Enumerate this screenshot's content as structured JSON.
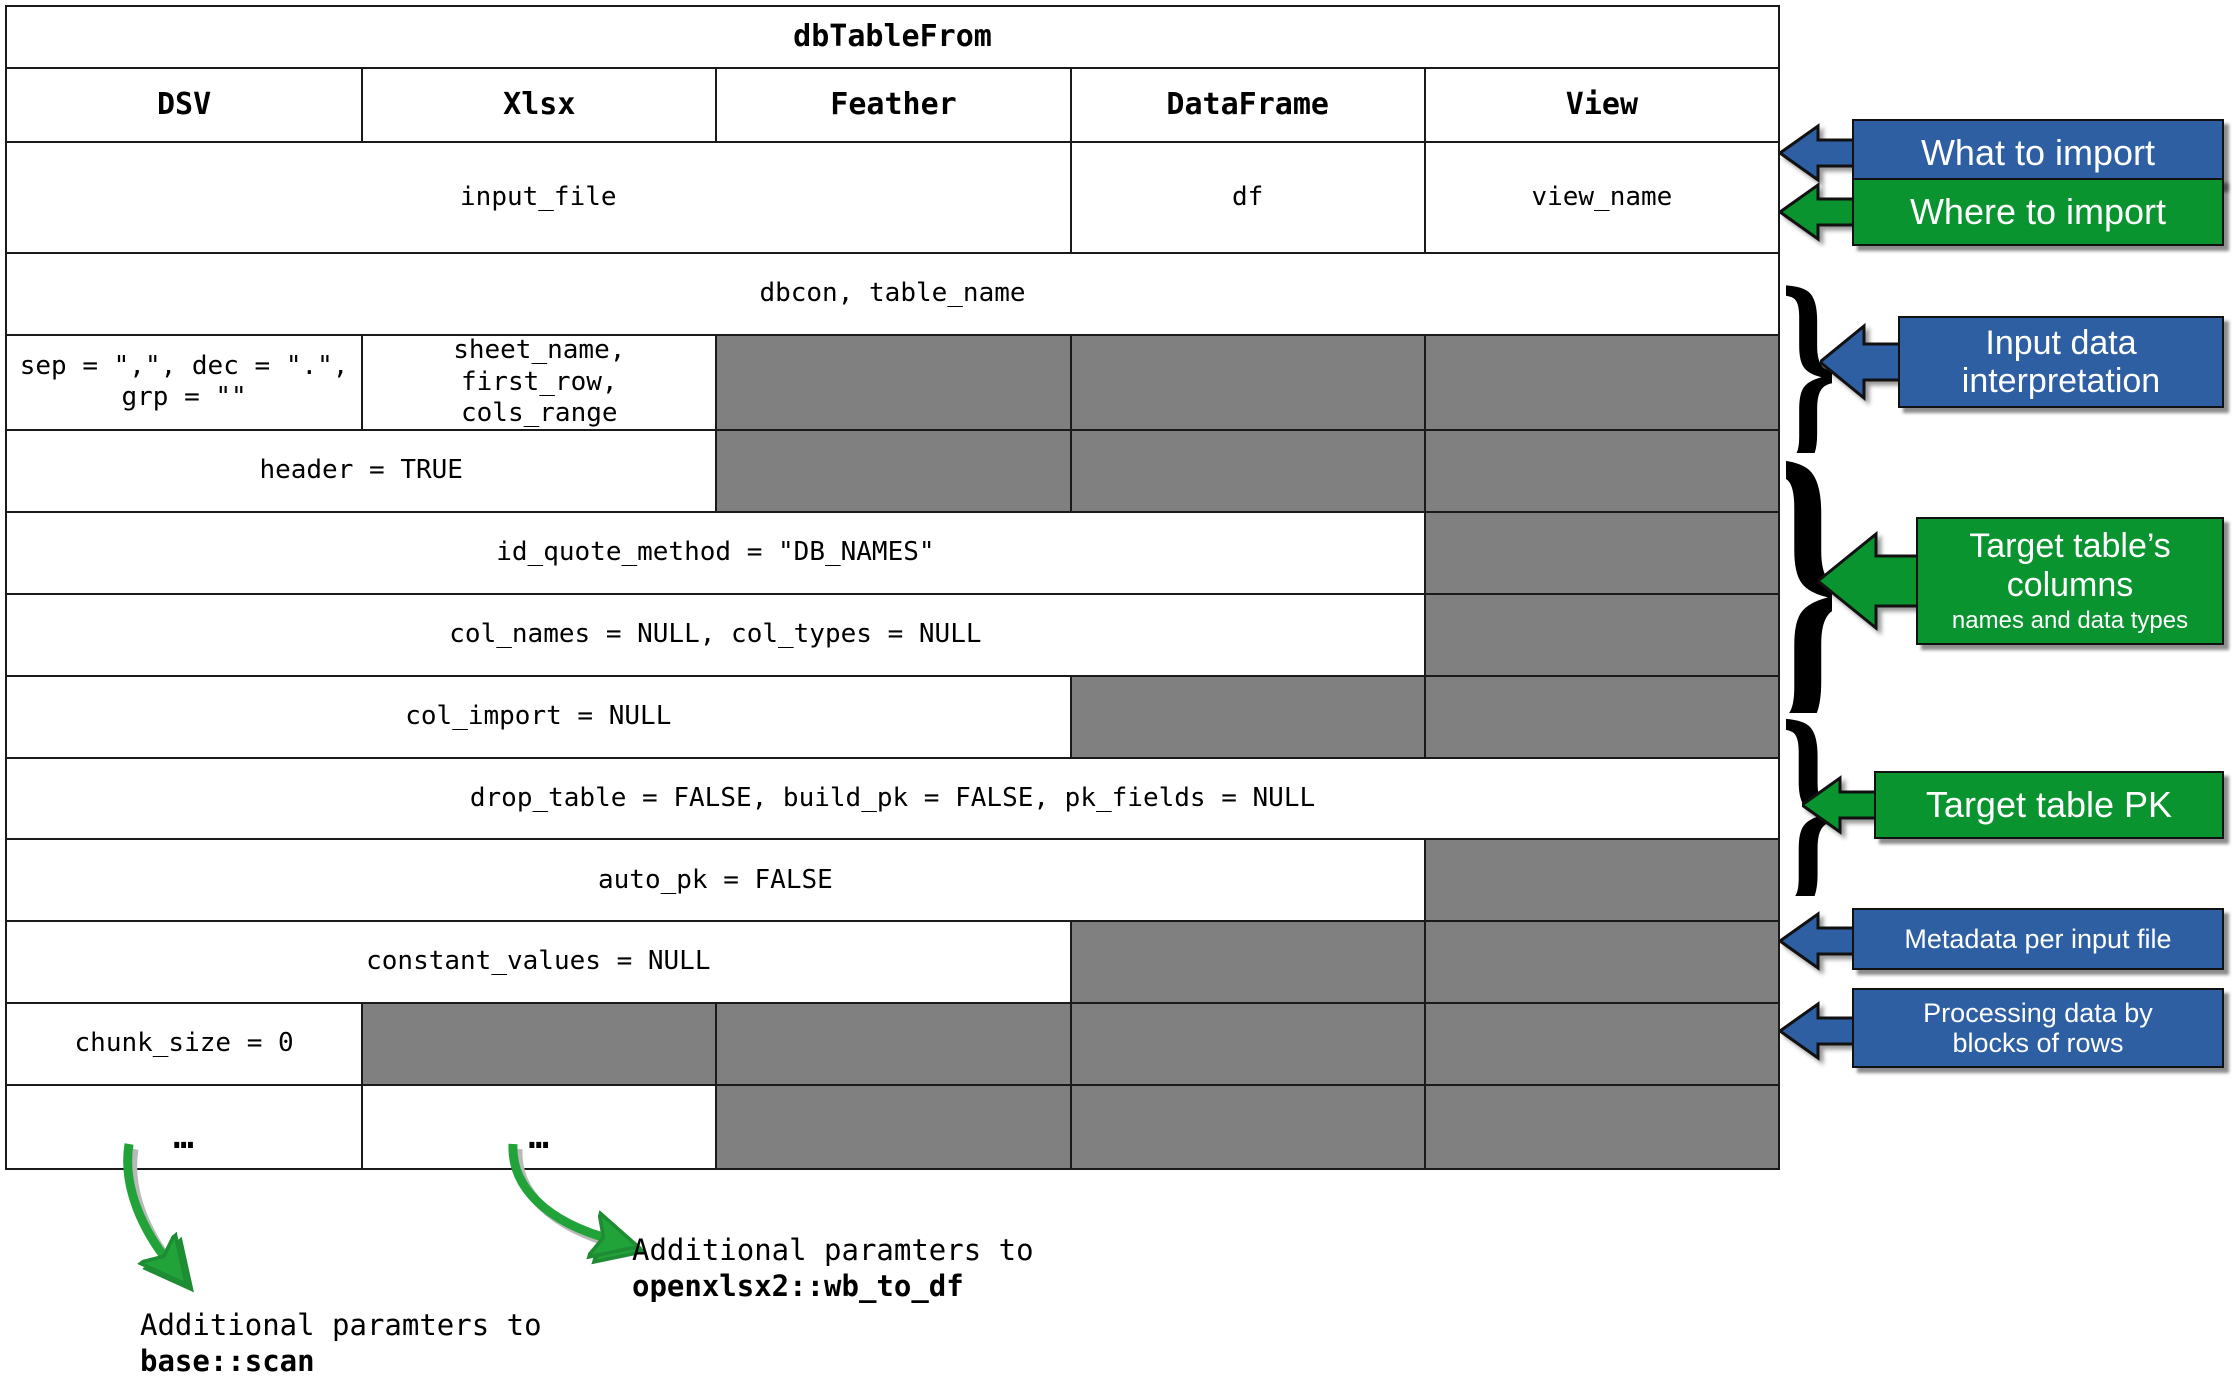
{
  "table": {
    "title": "dbTableFrom",
    "columns": [
      "DSV",
      "Xlsx",
      "Feather",
      "DataFrame",
      "View"
    ],
    "rows": [
      {
        "name": "what-to-import",
        "cells": [
          {
            "text": "input_file",
            "span": 3,
            "shaded": false
          },
          {
            "text": "df",
            "span": 1,
            "shaded": false
          },
          {
            "text": "view_name",
            "span": 1,
            "shaded": false
          }
        ]
      },
      {
        "name": "where-to-import",
        "cells": [
          {
            "text": "dbcon, table_name",
            "span": 5,
            "shaded": false
          }
        ]
      },
      {
        "name": "parse-options",
        "cells": [
          {
            "text": "sep = \",\", dec = \".\",\ngrp = \"\"",
            "span": 1,
            "shaded": false
          },
          {
            "text": "sheet_name, first_row,\ncols_range",
            "span": 1,
            "shaded": false
          },
          {
            "text": "",
            "span": 1,
            "shaded": true
          },
          {
            "text": "",
            "span": 1,
            "shaded": true
          },
          {
            "text": "",
            "span": 1,
            "shaded": true
          }
        ]
      },
      {
        "name": "header-option",
        "cells": [
          {
            "text": "header = TRUE",
            "span": 2,
            "shaded": false
          },
          {
            "text": "",
            "span": 1,
            "shaded": true
          },
          {
            "text": "",
            "span": 1,
            "shaded": true
          },
          {
            "text": "",
            "span": 1,
            "shaded": true
          }
        ]
      },
      {
        "name": "id-quote-method",
        "cells": [
          {
            "text": "id_quote_method = \"DB_NAMES\"",
            "span": 4,
            "shaded": false
          },
          {
            "text": "",
            "span": 1,
            "shaded": true
          }
        ]
      },
      {
        "name": "col-names-types",
        "cells": [
          {
            "text": "col_names = NULL, col_types = NULL",
            "span": 4,
            "shaded": false
          },
          {
            "text": "",
            "span": 1,
            "shaded": true
          }
        ]
      },
      {
        "name": "col-import",
        "cells": [
          {
            "text": "col_import = NULL",
            "span": 3,
            "shaded": false
          },
          {
            "text": "",
            "span": 1,
            "shaded": true
          },
          {
            "text": "",
            "span": 1,
            "shaded": true
          }
        ]
      },
      {
        "name": "drop-build-pk",
        "cells": [
          {
            "text": "drop_table = FALSE, build_pk = FALSE, pk_fields = NULL",
            "span": 5,
            "shaded": false
          }
        ]
      },
      {
        "name": "auto-pk",
        "cells": [
          {
            "text": "auto_pk = FALSE",
            "span": 4,
            "shaded": false
          },
          {
            "text": "",
            "span": 1,
            "shaded": true
          }
        ]
      },
      {
        "name": "constant-values",
        "cells": [
          {
            "text": "constant_values = NULL",
            "span": 3,
            "shaded": false
          },
          {
            "text": "",
            "span": 1,
            "shaded": true
          },
          {
            "text": "",
            "span": 1,
            "shaded": true
          }
        ]
      },
      {
        "name": "chunk-size",
        "cells": [
          {
            "text": "chunk_size = 0",
            "span": 1,
            "shaded": false
          },
          {
            "text": "",
            "span": 1,
            "shaded": true
          },
          {
            "text": "",
            "span": 1,
            "shaded": true
          },
          {
            "text": "",
            "span": 1,
            "shaded": true
          },
          {
            "text": "",
            "span": 1,
            "shaded": true
          }
        ]
      },
      {
        "name": "ellipsis",
        "cells": [
          {
            "text": "…",
            "span": 1,
            "shaded": false,
            "dots": true
          },
          {
            "text": "…",
            "span": 1,
            "shaded": false,
            "dots": true
          },
          {
            "text": "",
            "span": 1,
            "shaded": true
          },
          {
            "text": "",
            "span": 1,
            "shaded": true
          },
          {
            "text": "",
            "span": 1,
            "shaded": true
          }
        ]
      }
    ]
  },
  "callouts": [
    {
      "name": "what-to-import",
      "label": "What to import",
      "sub": "",
      "color": "blue",
      "brace": false
    },
    {
      "name": "where-to-import",
      "label": "Where to import",
      "sub": "",
      "color": "green",
      "brace": false
    },
    {
      "name": "input-data-interpretation",
      "label": "Input data\ninterpretation",
      "sub": "",
      "color": "blue",
      "brace": true
    },
    {
      "name": "target-table-columns",
      "label": "Target table’s\ncolumns",
      "sub": "names and data types",
      "color": "green",
      "brace": true
    },
    {
      "name": "target-table-pk",
      "label": "Target table PK",
      "sub": "",
      "color": "green",
      "brace": true
    },
    {
      "name": "metadata-per-input-file",
      "label": "Metadata per input file",
      "sub": "",
      "color": "blue",
      "brace": false
    },
    {
      "name": "processing-data-blocks",
      "label": "Processing data by\nblocks of rows",
      "sub": "",
      "color": "blue",
      "brace": false
    }
  ],
  "annotations": [
    {
      "name": "base-scan-note",
      "line1": "Additional paramters to",
      "line2": "base::scan"
    },
    {
      "name": "wb-to-df-note",
      "line1": "Additional paramters to",
      "line2": "openxlsx2::wb_to_df"
    }
  ],
  "colors": {
    "blue": "#2E5FA3",
    "green": "#0A9430",
    "shaded_cell": "#808080",
    "border": "#1a1a1a",
    "arrow_green": "#22a33a"
  }
}
